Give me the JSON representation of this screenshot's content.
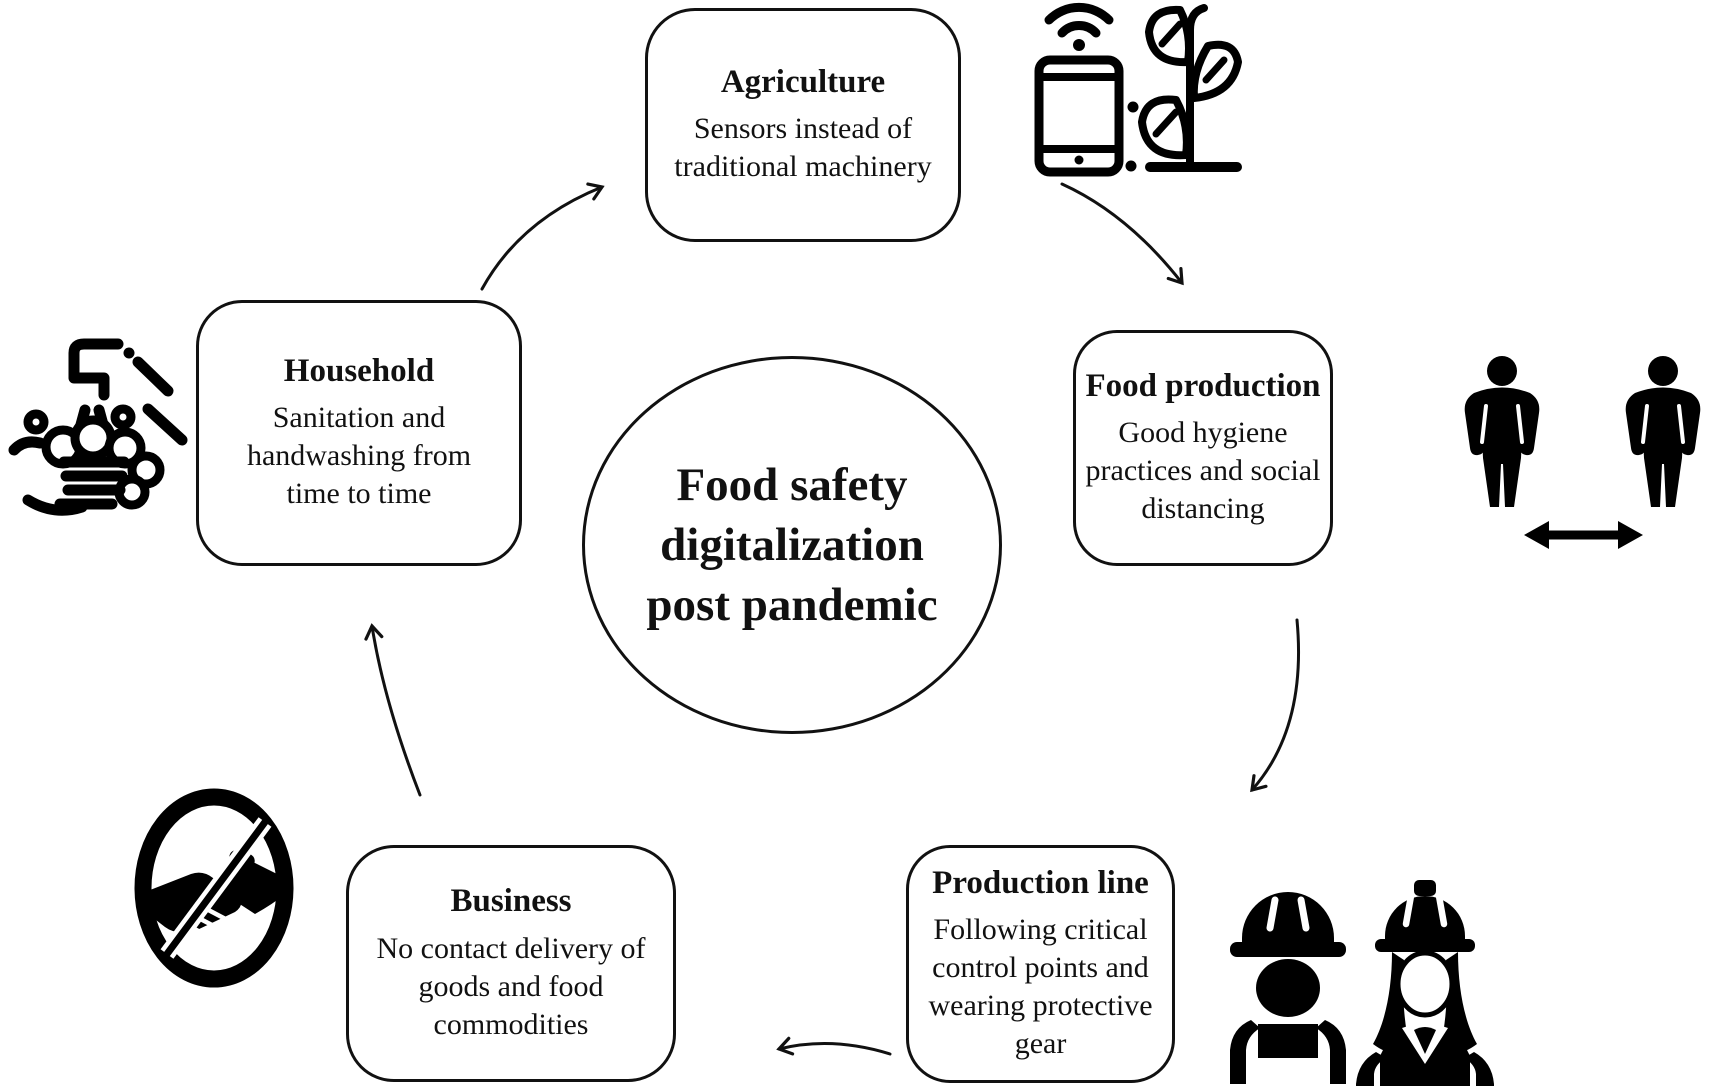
{
  "diagram": {
    "center": {
      "title": "Food safety\ndigitalization\npost pandemic"
    },
    "nodes": [
      {
        "id": "agriculture",
        "title": "Agriculture",
        "description": "Sensors instead of\ntraditional machinery",
        "icon": "smartphone-wifi-plant"
      },
      {
        "id": "food-production",
        "title": "Food production",
        "description": "Good hygiene\npractices and social\ndistancing",
        "icon": "social-distancing-people"
      },
      {
        "id": "production-line",
        "title": "Production line",
        "description": "Following critical\ncontrol points and\nwearing protective\ngear",
        "icon": "workers-hard-hats"
      },
      {
        "id": "business",
        "title": "Business",
        "description": "No contact delivery of\ngoods and food\ncommodities",
        "icon": "no-handshake"
      },
      {
        "id": "household",
        "title": "Household",
        "description": "Sanitation and\nhandwashing from\ntime to time",
        "icon": "handwashing"
      }
    ],
    "colors": {
      "ink": "#111111",
      "background": "#ffffff"
    }
  }
}
